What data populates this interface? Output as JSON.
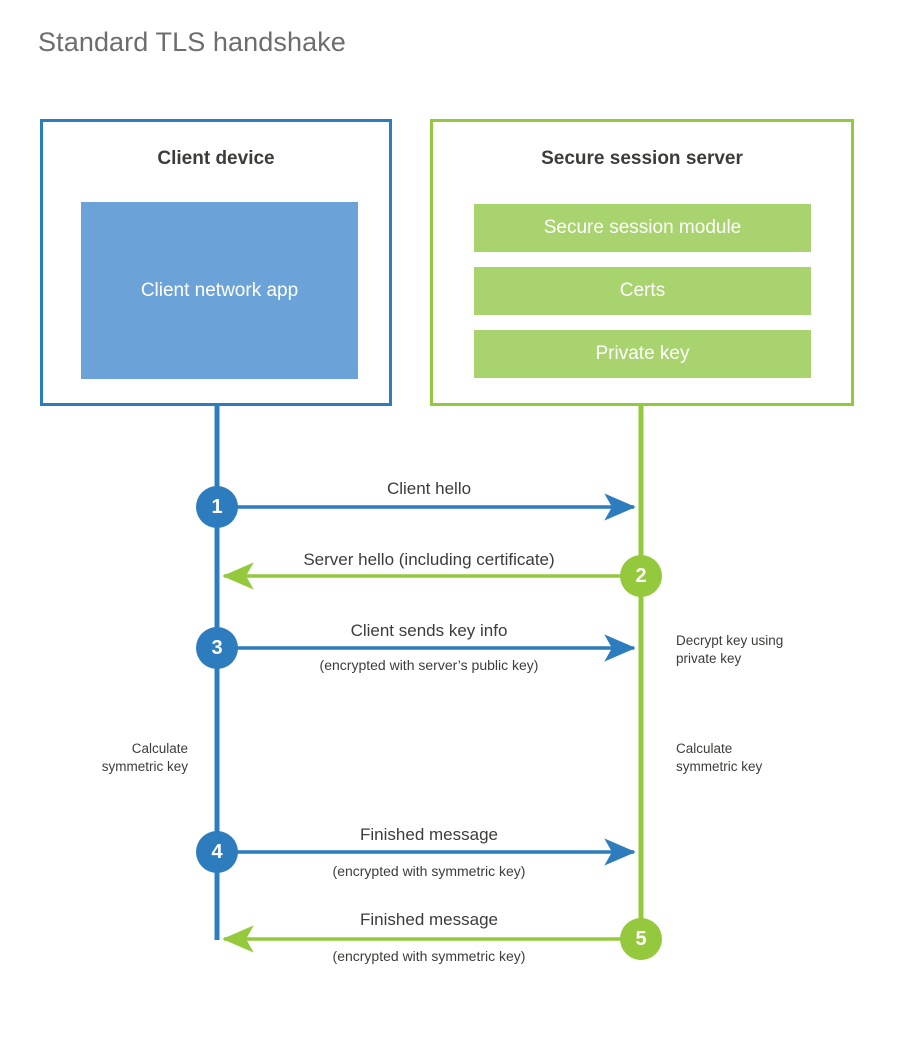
{
  "title": "Standard TLS handshake",
  "colors": {
    "client_blue": "#2d7cbd",
    "client_app_fill": "#6ba3d8",
    "server_green": "#95c93d",
    "server_bar_fill": "#a9d36e",
    "text_dark": "#3c3c3b",
    "title_gray": "#6d6d6d",
    "background": "#ffffff"
  },
  "client": {
    "title": "Client device",
    "app_label": "Client network app"
  },
  "server": {
    "title": "Secure session server",
    "bars": [
      {
        "label": "Secure session module"
      },
      {
        "label": "Certs"
      },
      {
        "label": "Private key"
      }
    ]
  },
  "steps": [
    {
      "number": "1",
      "side": "client",
      "direction": "right",
      "label": "Client hello",
      "sublabel": ""
    },
    {
      "number": "2",
      "side": "server",
      "direction": "left",
      "label": "Server hello (including certificate)",
      "sublabel": ""
    },
    {
      "number": "3",
      "side": "client",
      "direction": "right",
      "label": "Client sends key info",
      "sublabel": "(encrypted with server’s public key)"
    },
    {
      "number": "4",
      "side": "client",
      "direction": "right",
      "label": "Finished message",
      "sublabel": "(encrypted with symmetric key)"
    },
    {
      "number": "5",
      "side": "server",
      "direction": "left",
      "label": "Finished message",
      "sublabel": "(encrypted with symmetric key)"
    }
  ],
  "annotations": {
    "server_decrypt": "Decrypt key using\nprivate key",
    "server_calculate": "Calculate\nsymmetric key",
    "client_calculate": "Calculate\nsymmetric key"
  }
}
